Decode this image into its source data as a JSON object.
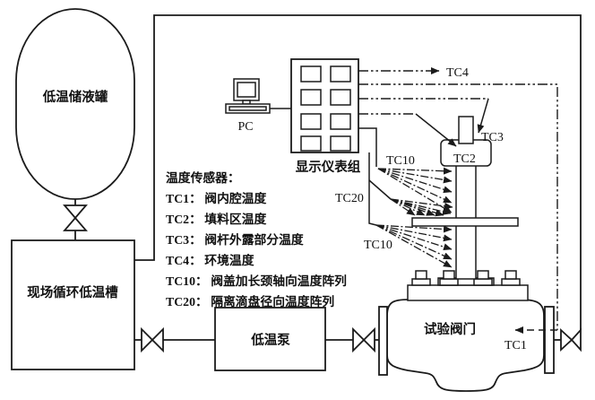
{
  "diagram": {
    "equipment": {
      "storage_tank": "低温储液罐",
      "cryo_bath": "现场循环低温槽",
      "cryo_pump": "低温泵",
      "test_valve": "试验阀门",
      "pc": "PC",
      "display_group": "显示仪表组"
    },
    "callouts": {
      "tc1": "TC1",
      "tc2": "TC2",
      "tc3": "TC3",
      "tc4": "TC4",
      "tc10_upper": "TC10",
      "tc10_lower": "TC10",
      "tc20": "TC20"
    },
    "legend": {
      "title": "温度传感器：",
      "items": [
        "TC1： 阀内腔温度",
        "TC2： 填料区温度",
        "TC3： 阀杆外露部分温度",
        "TC4： 环境温度",
        "TC10： 阀盖加长颈轴向温度阵列",
        "TC20： 隔离滴盘径向温度阵列"
      ]
    },
    "colors": {
      "line": "#1b1b1b",
      "background": "#ffffff"
    }
  }
}
